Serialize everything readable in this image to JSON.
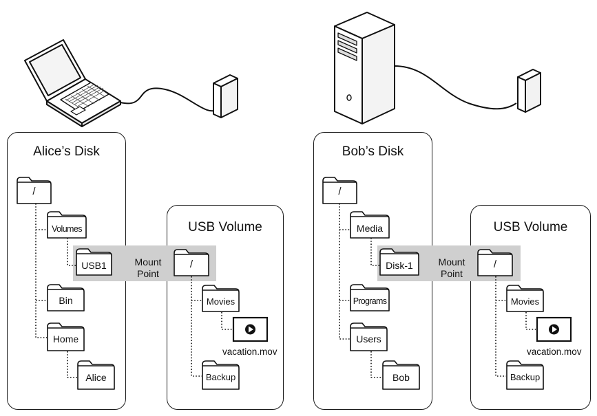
{
  "alice": {
    "disk_title": "Alice’s Disk",
    "root_label": "/",
    "volumes_label": "Volumes",
    "usb1_label": "USB1",
    "bin_label": "Bin",
    "home_label": "Home",
    "alice_label": "Alice",
    "mount_point_line1": "Mount",
    "mount_point_line2": "Point",
    "usb": {
      "title": "USB Volume",
      "root_label": "/",
      "movies_label": "Movies",
      "file_caption": "vacation.mov",
      "backup_label": "Backup"
    }
  },
  "bob": {
    "disk_title": "Bob’s Disk",
    "root_label": "/",
    "media_label": "Media",
    "disk1_label": "Disk-1",
    "programs_label": "Programs",
    "users_label": "Users",
    "bob_label": "Bob",
    "mount_point_line1": "Mount",
    "mount_point_line2": "Point",
    "usb": {
      "title": "USB Volume",
      "root_label": "/",
      "movies_label": "Movies",
      "file_caption": "vacation.mov",
      "backup_label": "Backup"
    }
  }
}
